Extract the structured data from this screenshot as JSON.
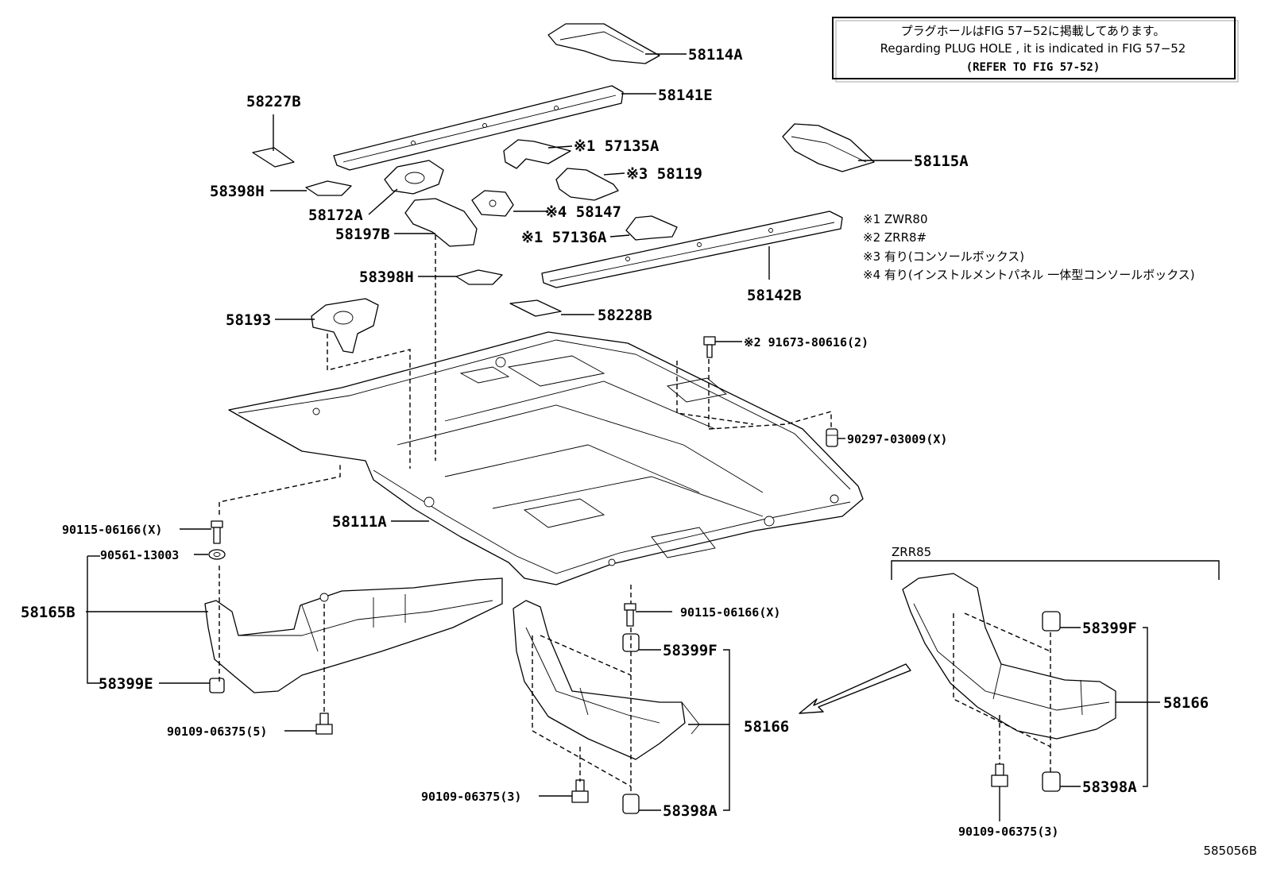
{
  "notice": {
    "line1": "プラグホールはFIG 57−52に掲載してあります。",
    "line2": "Regarding PLUG HOLE , it is indicated in FIG 57−52",
    "line3": "(REFER TO FIG 57-52)"
  },
  "notes": [
    "※1 ZWR80",
    "※2 ZRR8#",
    "※3 有り(コンソールボックス)",
    "※4 有り(インストルメントパネル 一体型コンソールボックス)"
  ],
  "labels": {
    "p58114A": "58114A",
    "p58141E": "58141E",
    "p58227B": "58227B",
    "p57135A": "※1 57135A",
    "p58115A": "58115A",
    "p58119": "※3 58119",
    "p58398H_top": "58398H",
    "p58172A": "58172A",
    "p58147": "※4 58147",
    "p58197B": "58197B",
    "p57136A": "※1 57136A",
    "p58398H_mid": "58398H",
    "p58142B": "58142B",
    "p58228B": "58228B",
    "p58193": "58193",
    "p91673": "※2 91673-80616(2)",
    "p90297": "90297-03009(X)",
    "p90115_left": "90115-06166(X)",
    "p58111A": "58111A",
    "p90561": "90561-13003",
    "p58165B": "58165B",
    "p90115_mid": "90115-06166(X)",
    "p58399F_mid": "58399F",
    "p58399E": "58399E",
    "p58166_mid": "58166",
    "p90109_5": "90109-06375(5)",
    "p90109_3_mid": "90109-06375(3)",
    "p58398A_mid": "58398A",
    "zrr85": "ZRR85",
    "p58399F_right": "58399F",
    "p58166_right": "58166",
    "p58398A_right": "58398A",
    "p90109_3_right": "90109-06375(3)"
  },
  "illustration_id": "585056B"
}
